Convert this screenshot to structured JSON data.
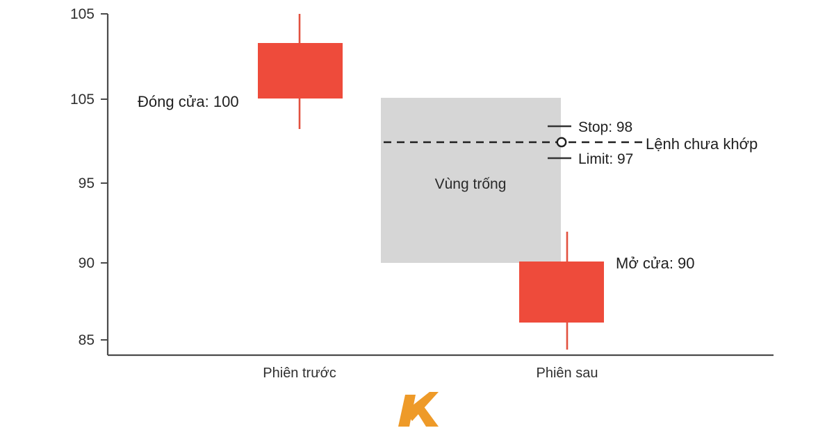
{
  "chart_data": {
    "type": "bar",
    "chart_subtype": "candlestick",
    "title": "",
    "subtitle": "",
    "xlabel": "",
    "ylabel": "",
    "grid": false,
    "legend_position": "inline-right",
    "ylim": [
      84,
      106
    ],
    "y_ticks": [
      {
        "label": "105",
        "value": 105
      },
      {
        "label": "105",
        "value": 100
      },
      {
        "label": "95",
        "value": 95
      },
      {
        "label": "90",
        "value": 90
      },
      {
        "label": "85",
        "value": 85
      }
    ],
    "categories": [
      "Phiên trước",
      "Phiên sau"
    ],
    "candles": [
      {
        "category": "Phiên trước",
        "open": 103.5,
        "high": 105.0,
        "low": 101.0,
        "close": 100.0,
        "color": "#ee4b3b",
        "direction": "down"
      },
      {
        "category": "Phiên sau",
        "open": 90.0,
        "high": 91.5,
        "low": 84.5,
        "close": 86.2,
        "color": "#ee4b3b",
        "direction": "down"
      }
    ],
    "gap_region": {
      "label": "Vùng trống",
      "top": 100.0,
      "bottom": 90.0,
      "color": "#d6d6d6"
    },
    "order_levels": [
      {
        "label": "Stop: 98",
        "value": 98,
        "style": "solid"
      },
      {
        "label": "Limit: 97",
        "value": 97,
        "style": "solid"
      }
    ],
    "pending_order": {
      "label": "Lệnh chưa khớp",
      "value": 97.5,
      "style": "dashed",
      "marker": "circle"
    },
    "annotations": [
      {
        "label": "Đóng cửa: 100",
        "value": 100,
        "anchor": "candle-1"
      },
      {
        "label": "Mở cửa: 90",
        "value": 90,
        "anchor": "candle-2"
      }
    ]
  },
  "axis": {
    "y_tick_1": "105",
    "y_tick_2": "105",
    "y_tick_3": "95",
    "y_tick_4": "90",
    "y_tick_5": "85",
    "x_cat_1": "Phiên trước",
    "x_cat_2": "Phiên sau"
  },
  "annotations": {
    "close_label": "Đóng cửa: 100",
    "open_label": "Mở cửa: 90",
    "gap_label": "Vùng trống",
    "stop_label": "Stop: 98",
    "limit_label": "Limit: 97",
    "pending_label": "Lệnh chưa khớp"
  },
  "colors": {
    "candle_red": "#ee4b3b",
    "gap_gray": "#d6d6d6",
    "axis_gray": "#4a4a4a",
    "logo_orange": "#ee9a28",
    "background": "#ffffff"
  },
  "branding": {
    "logo_name": "K"
  }
}
